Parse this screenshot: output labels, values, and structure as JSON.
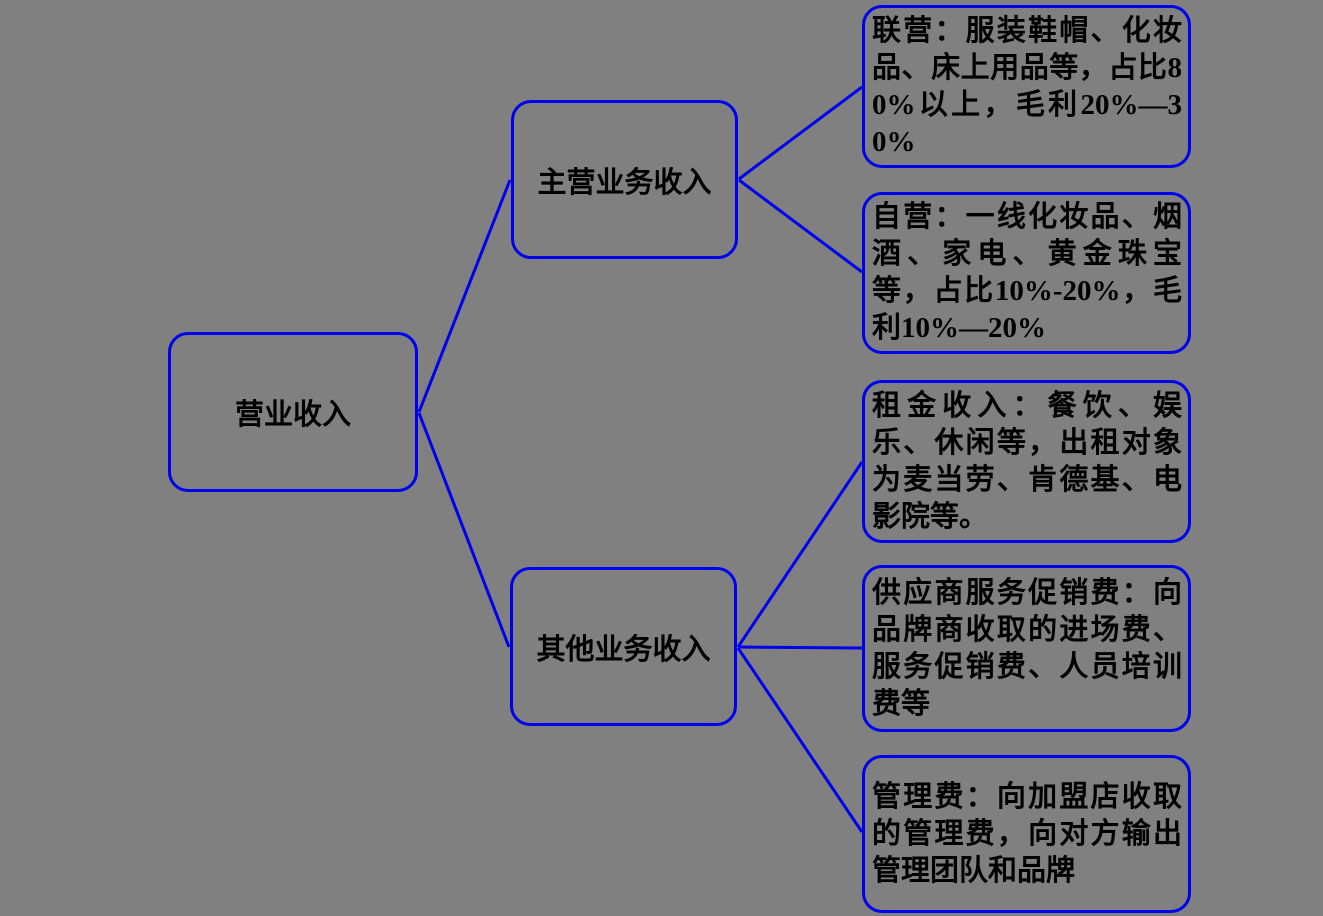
{
  "diagram": {
    "background_color": "#808080",
    "border_color": "#0000EE",
    "line_color": "#0000EE",
    "text_color": "#000000",
    "root": {
      "label": "营业收入"
    },
    "branches": [
      {
        "label": "主营业务收入",
        "children": [
          "联营：服装鞋帽、化妆品、床上用品等，占比80%以上，毛利20%—30%",
          "自营：一线化妆品、烟酒、家电、黄金珠宝等，占比10%-20%，毛利10%—20%"
        ]
      },
      {
        "label": "其他业务收入",
        "children": [
          "租金收入：餐饮、娱乐、休闲等，出租对象为麦当劳、肯德基、电影院等。",
          "供应商服务促销费：向品牌商收取的进场费、服务促销费、人员培训费等",
          "管理费：向加盟店收取的管理费，向对方输出管理团队和品牌"
        ]
      }
    ]
  }
}
